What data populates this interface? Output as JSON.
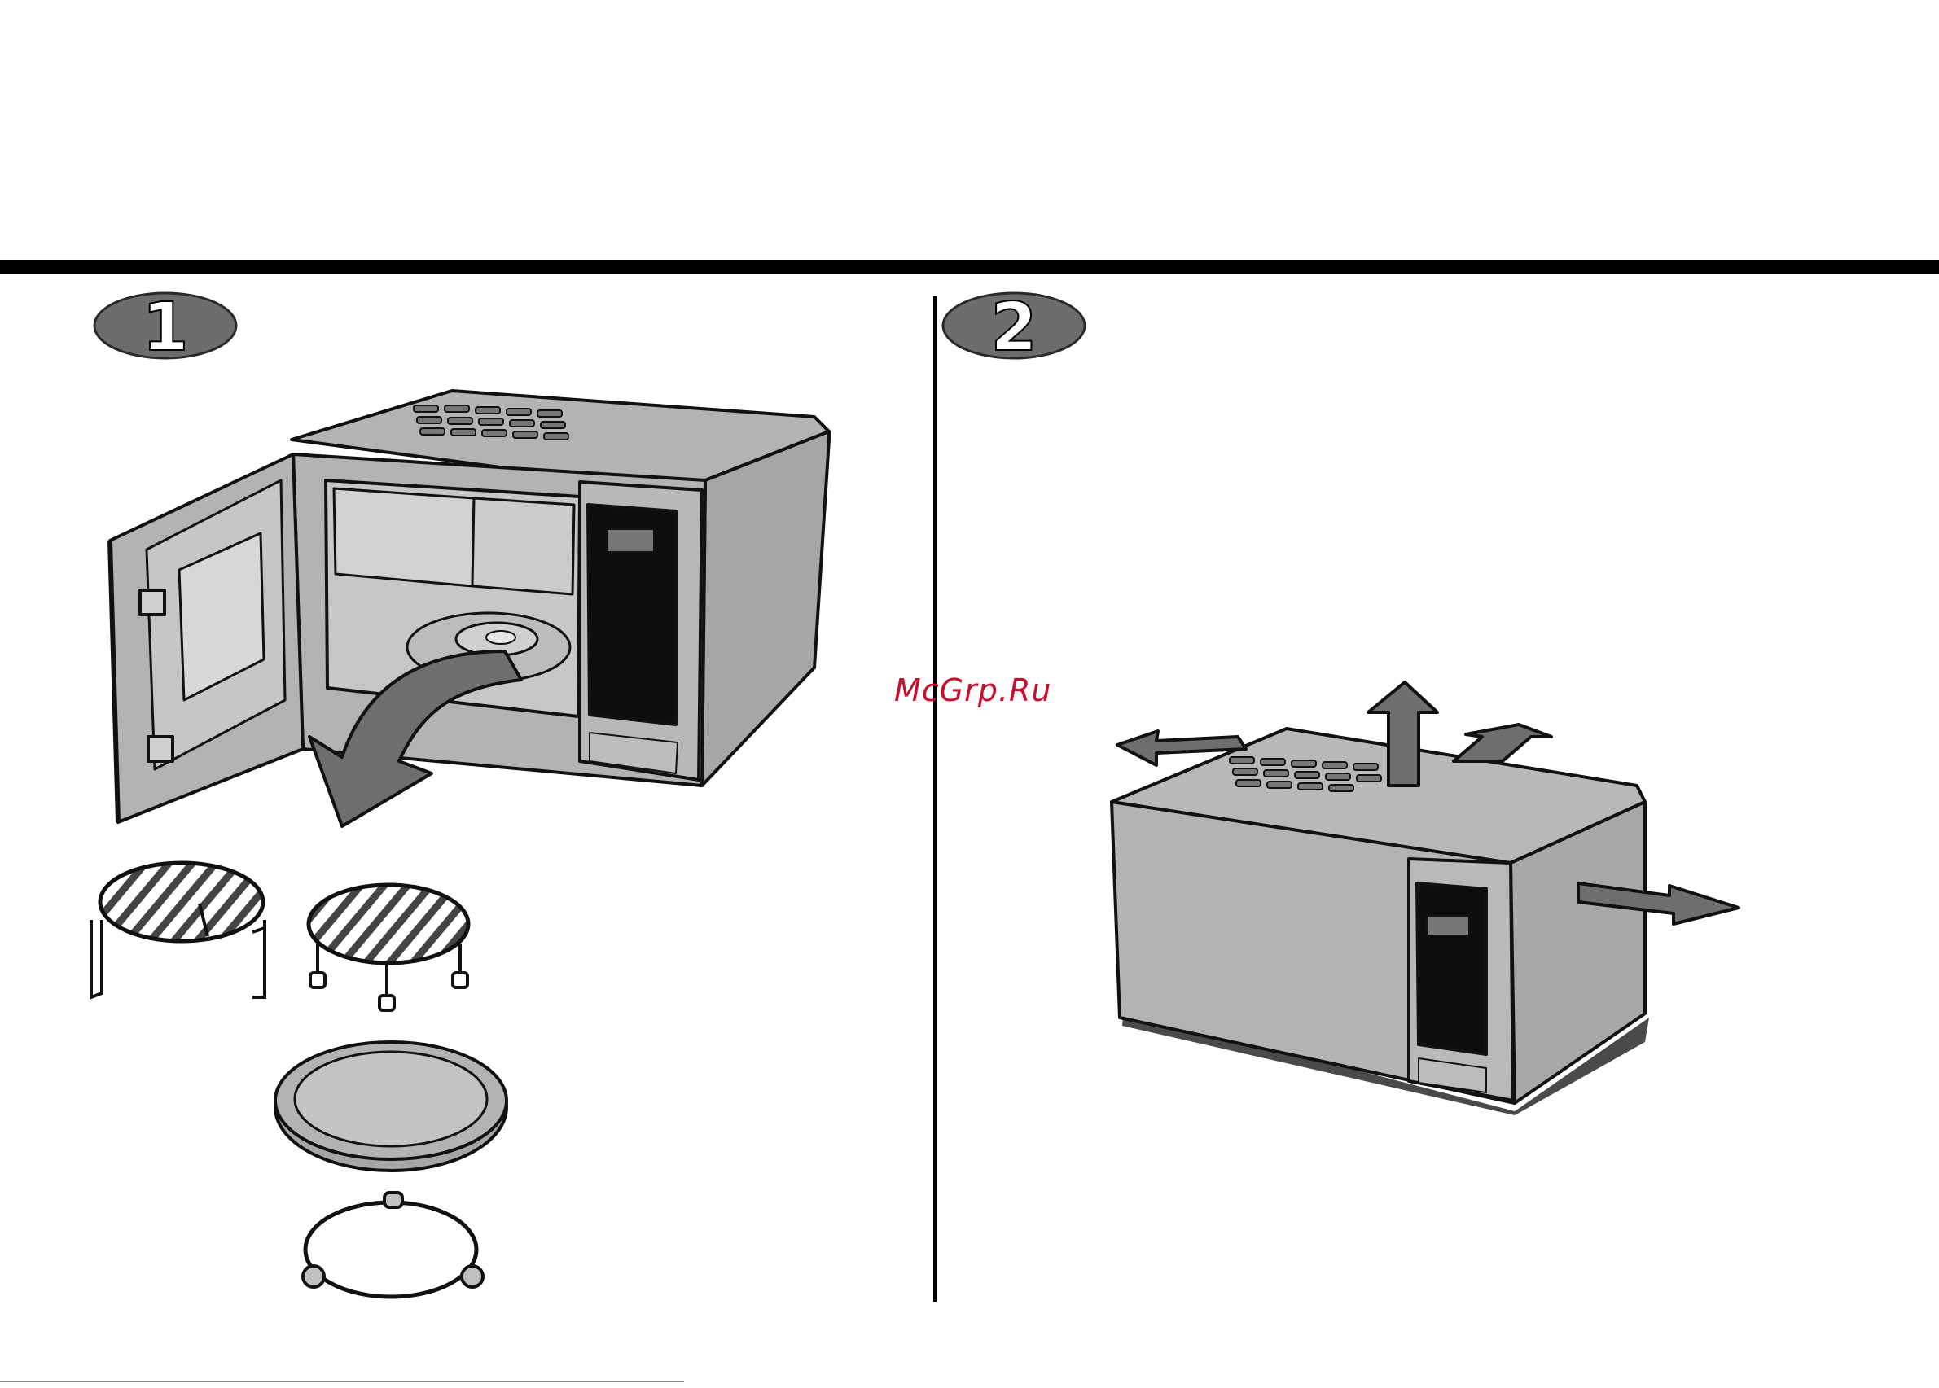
{
  "steps": [
    {
      "number": "1"
    },
    {
      "number": "2"
    }
  ],
  "watermark": {
    "text": "McGrp.Ru"
  },
  "colors": {
    "rule": "#000000",
    "badge": "#6d6d6d",
    "appliance": "#b3b3b3",
    "appliance_dark": "#8e8e8e",
    "arrow": "#6e6e6e",
    "display": "#0d0d0d",
    "watermark": "#c8102e"
  },
  "icons": [
    "step-1-badge",
    "step-2-badge",
    "microwave-open-door-icon",
    "microwave-clearance-icon",
    "high-rack-icon",
    "low-rack-icon",
    "glass-tray-icon",
    "roller-ring-icon",
    "arrow-icon"
  ]
}
